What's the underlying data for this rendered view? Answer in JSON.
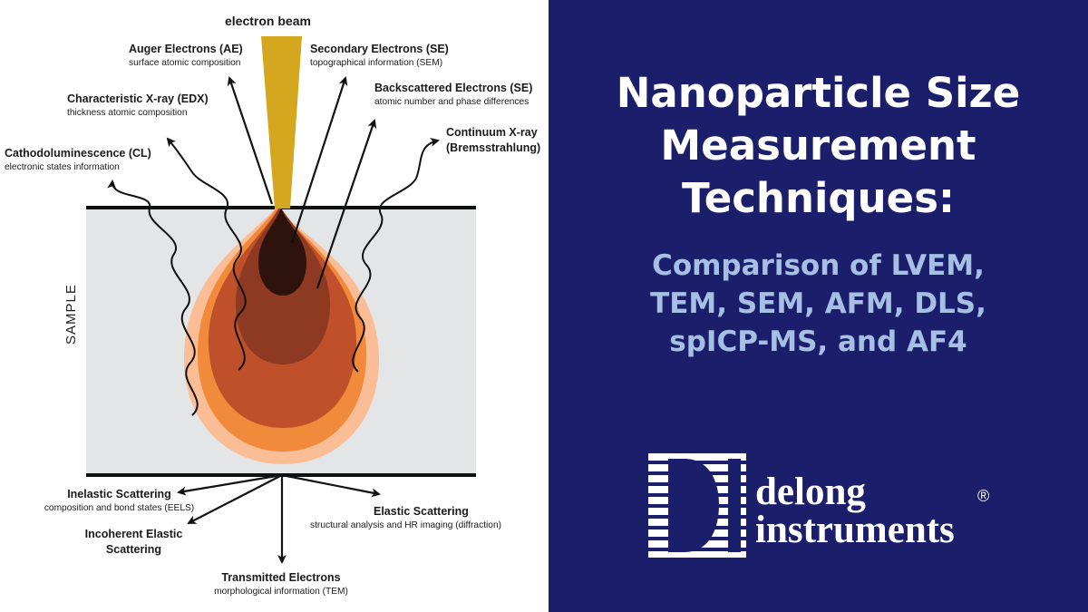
{
  "diagram": {
    "beam_label": "electron beam",
    "sample_label": "SAMPLE",
    "labels": {
      "auger": {
        "title": "Auger Electrons (AE)",
        "sub": "surface atomic composition"
      },
      "secondary": {
        "title": "Secondary Electrons (SE)",
        "sub": "topographical information (SEM)"
      },
      "backscattered": {
        "title": "Backscattered Electrons (SE)",
        "sub": "atomic number and phase differences"
      },
      "xray": {
        "title": "Characteristic X-ray (EDX)",
        "sub": "thickness atomic composition"
      },
      "continuum": {
        "title": "Continuum X-ray",
        "sub": "(Bremsstrahlung)"
      },
      "cathodo": {
        "title": "Cathodoluminescence (CL)",
        "sub": "electronic states information"
      },
      "inelastic": {
        "title": "Inelastic Scattering",
        "sub": "composition and bond states (EELS)"
      },
      "elastic": {
        "title": "Elastic Scattering",
        "sub": "structural analysis and HR imaging (diffraction)"
      },
      "incoherent": {
        "title": "Incoherent Elastic",
        "sub": "Scattering"
      },
      "transmitted": {
        "title": "Transmitted Electrons",
        "sub": "morphological information (TEM)"
      }
    }
  },
  "banner": {
    "title_lines": [
      "Nanoparticle Size",
      "Measurement",
      "Techniques:"
    ],
    "subtitle_lines": [
      "Comparison of LVEM,",
      "TEM, SEM, AFM, DLS,",
      "spICP-MS, and AF4"
    ]
  },
  "logo": {
    "line1": "delong",
    "line2": "instruments",
    "registered": "®"
  },
  "colors": {
    "banner_bg": "#1b1f6b",
    "subtitle": "#a7bfe4",
    "beam": "#d4a71f",
    "sample_bg": "#e4e5e7",
    "volume_outer": "#fbbd95",
    "volume_mid": "#f28a3c",
    "volume_inner": "#c0502a",
    "volume_core": "#8e3a22",
    "volume_center": "#2e130c"
  }
}
